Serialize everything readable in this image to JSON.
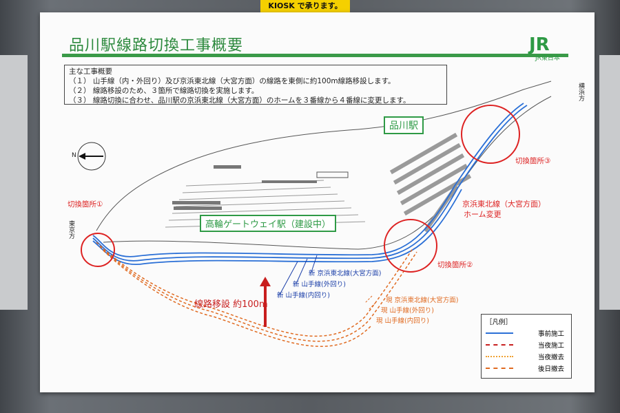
{
  "kiosk": "KIOSK で承ります。",
  "title": "品川駅線路切換工事概要",
  "logo": {
    "mark": "JR",
    "sub": "JR東日本"
  },
  "summary": [
    "主な工事概要",
    "（１） 山手線（内・外回り）及び京浜東北線（大宮方面）の線路を東側に約100m線路移設します。",
    "（２） 線路移設のため、３箇所で線路切換を実施します。",
    "（３） 線路切換に合わせ、品川駅の京浜東北線（大宮方面）のホームを３番線から４番線に変更します。"
  ],
  "station": "品川駅",
  "gateway": "高輪ゲートウェイ駅（建設中）",
  "points": {
    "p1": "切換箇所①",
    "p2": "切換箇所②",
    "p3": "切換箇所③"
  },
  "platform_change": [
    "京浜東北線（大宮方面）",
    "ホーム変更"
  ],
  "directions": {
    "tokyo": "東京方",
    "yokohama": "横浜方",
    "north": "N"
  },
  "new_lines": [
    "新 京浜東北線(大宮方面)",
    "新 山手線(外回り)",
    "新 山手線(内回り)"
  ],
  "old_lines": [
    "現 京浜東北線(大宮方面)",
    "現 山手線(外回り)",
    "現 山手線(内回り)"
  ],
  "move_label": "線路移設 約100m",
  "legend": {
    "title": "［凡例］",
    "items": [
      {
        "label": "事前施工",
        "color": "#2a6fd6",
        "style": "solid"
      },
      {
        "label": "当夜施工",
        "color": "#c81e1e",
        "style": "dashed"
      },
      {
        "label": "当夜撤去",
        "color": "#f0a030",
        "style": "dotted"
      },
      {
        "label": "後日撤去",
        "color": "#e06a20",
        "style": "dashdot"
      }
    ]
  },
  "colors": {
    "accent": "#3a9a48",
    "red": "#d22222",
    "blue": "#2a6fd6",
    "orange": "#e06a20"
  }
}
